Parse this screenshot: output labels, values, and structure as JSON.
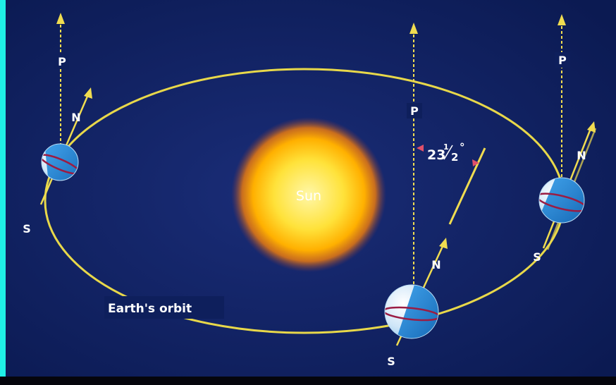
{
  "labels": {
    "sun": "Sun",
    "orbit": "Earth's orbit",
    "pole_star": "P",
    "north": "N",
    "south": "S",
    "angle_main": "23",
    "angle_num": "1",
    "angle_den": "2",
    "angle_unit": "°"
  },
  "colors": {
    "background": "#0e1f5c",
    "frame": "#1ff0e6",
    "orbit": "#e8d84a",
    "axis_arrow": "#f0dc50",
    "angle_marker": "#e0506a",
    "equator": "#9b1c43",
    "earth_light": "#d8ecfb",
    "earth_shadow": "#1f8bd8"
  },
  "icons": [
    "sun-icon",
    "earth-globe-icon",
    "arrow-up-icon"
  ]
}
